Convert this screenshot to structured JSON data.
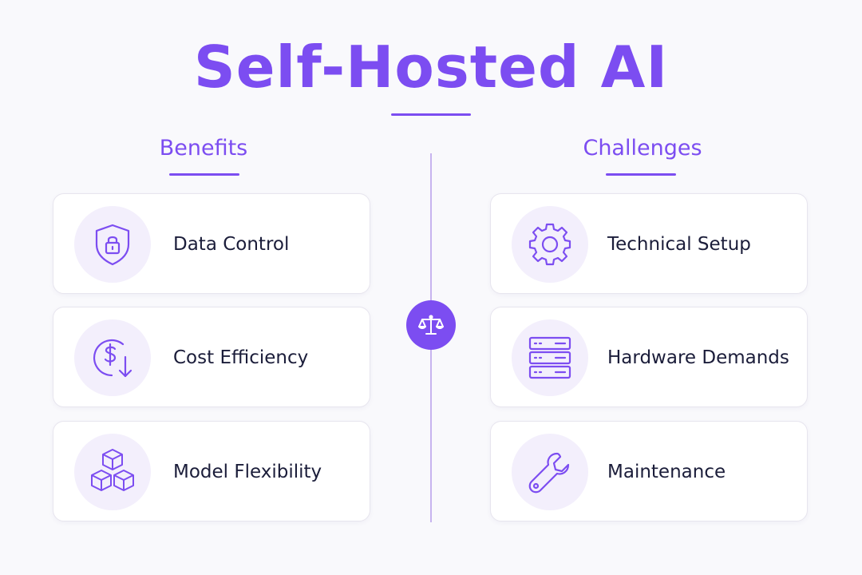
{
  "title": "Self-Hosted AI",
  "accent_color": "#7c4df1",
  "center_icon": "balance-scale-icon",
  "benefits": {
    "heading": "Benefits",
    "items": [
      {
        "label": "Data Control",
        "icon": "shield-lock-icon"
      },
      {
        "label": "Cost Efficiency",
        "icon": "dollar-down-icon"
      },
      {
        "label": "Model Flexibility",
        "icon": "cubes-icon"
      }
    ]
  },
  "challenges": {
    "heading": "Challenges",
    "items": [
      {
        "label": "Technical Setup",
        "icon": "gear-icon"
      },
      {
        "label": "Hardware Demands",
        "icon": "server-icon"
      },
      {
        "label": "Maintenance",
        "icon": "wrench-icon"
      }
    ]
  }
}
